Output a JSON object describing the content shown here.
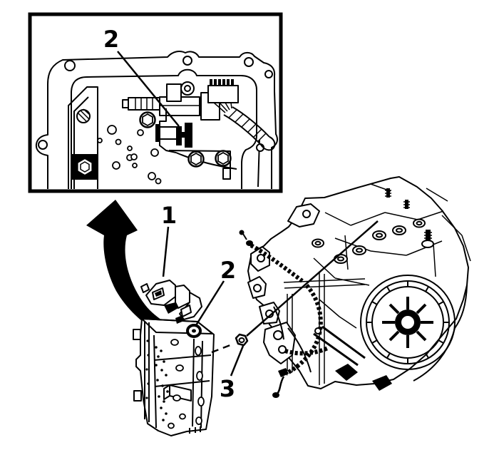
{
  "figure": {
    "background_color": "#ffffff",
    "line_color": "#000000",
    "callouts": {
      "inset_item2": "2",
      "item1": "1",
      "item2": "2",
      "item3": "3"
    }
  }
}
